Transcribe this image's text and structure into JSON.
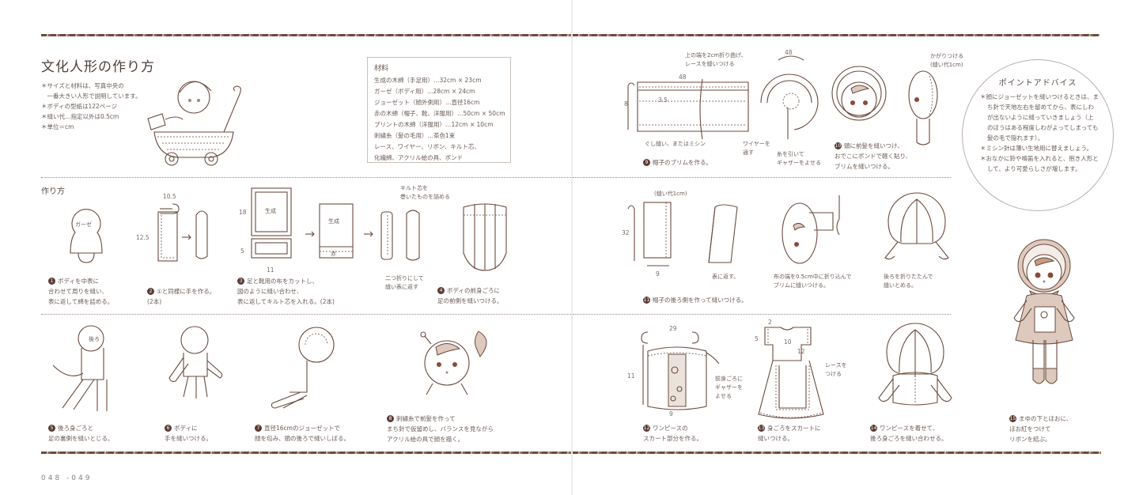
{
  "spread": {
    "page_numbers": "048 -049"
  },
  "left_page": {
    "title": "文化人形の作り方",
    "notes": [
      "＊サイズと材料は、写真中央の\n　一番大きい人形で説明しています。",
      "＊ボディの型紙は122ページ",
      "＊縫い代…指定以外は0.5cm",
      "＊単位＝cm"
    ],
    "materials": {
      "title": "材料",
      "items": [
        "生成の木綿（手足用）…32cm × 23cm",
        "ガーゼ（ボディ用）…28cm × 24cm",
        "ジョーゼット（顔外側用）…直径16cm",
        "赤の木綿（帽子、靴、洋服用）…50cm × 50cm",
        "プリントの木綿（洋服用）…12cm × 10cm",
        "刺繍糸（髪の毛用）…茶色1束",
        "レース、ワイヤー、リボン、キルト芯、",
        "化繊綿、アクリル絵の具、ボンド"
      ]
    },
    "section_title": "作り方",
    "steps": [
      {
        "num": "1",
        "caption": "ボディを中表に\n合わせて周りを縫い、\n表に返して綿を詰める。",
        "labels": {
          "fabric": "ガーゼ"
        }
      },
      {
        "num": "2",
        "caption": "①と同様に手を作る。\n(2本)",
        "labels": {
          "width": "10.5",
          "height": "12.5"
        }
      },
      {
        "num": "3",
        "caption": "足と靴用の布をカットし、\n図のように縫い合わせ、\n表に返してキルト芯を入れる。(2本)",
        "labels": {
          "h1": "18",
          "h2": "5",
          "w": "11",
          "cream": "生成",
          "cream2": "生成",
          "red": "赤",
          "fold": "二つ折りにして\n縫い表に返す",
          "quilt": "キルト芯を\n巻いたものを詰める"
        }
      },
      {
        "num": "4",
        "caption": "ボディの前身ごろに\n足の前側を縫いつける。"
      },
      {
        "num": "5",
        "caption": "後ろ身ごろと\n足の裏側を縫いとじる。",
        "labels": {
          "back": "後ろ"
        }
      },
      {
        "num": "6",
        "caption": "ボディに\n手を縫いつける。"
      },
      {
        "num": "7",
        "caption": "直径16cmのジョーゼットで\n顔を包み、頭の後ろで縫いしぼる。"
      },
      {
        "num": "8",
        "caption": "刺繍糸で前髪を作って\nまち針で仮留めし、バランスを見ながら\nアクリル絵の具で顔を描く。"
      }
    ]
  },
  "right_page": {
    "steps": [
      {
        "num": "9",
        "caption": "帽子のブリムを作る。",
        "labels": {
          "fold_top": "上の端を2cm折り曲げ、\nレースを縫いつける",
          "w": "48",
          "h": "8",
          "inner": "3.5",
          "stitch": "ぐし縫い、またはミシン",
          "circ": "48",
          "wire": "ワイヤーを\n通す",
          "pull": "糸を引いて\nギャザーをよせる"
        }
      },
      {
        "num": "10",
        "caption": "頭に前髪を縫いつけ、\nおでこにボンドで軽く貼り、\nブリムを縫いつける。",
        "labels": {
          "whip": "かがりつける\n(縫い代1cm)"
        }
      },
      {
        "num": "11",
        "caption": "帽子の後ろ側を作って縫いつける。",
        "labels": {
          "seam": "(縫い代1cm)",
          "h": "32",
          "w": "9",
          "turn": "表に返す。",
          "fold_in": "布の端を0.5cm中に折り込んで\nブリムに縫いつける。",
          "fold_back": "後ろを折りたたんで\n縫いとめる。"
        }
      },
      {
        "num": "12",
        "caption": "ワンピースの\nスカート部分を作る。",
        "labels": {
          "circ": "29",
          "h": "11",
          "w": "9",
          "gather": "前身ごろに\nギャザーを\nよせる"
        }
      },
      {
        "num": "13",
        "caption": "身ごろをスカートに\n縫いつける。",
        "labels": {
          "a": "2",
          "b": "5",
          "c": "10",
          "d": "12",
          "lace": "レースを\nつける"
        }
      },
      {
        "num": "14",
        "caption": "ワンピースを着せて、\n後ろ身ごろを縫い合わせる。"
      },
      {
        "num": "15",
        "caption": "まゆの下とほおに、\nほお紅をつけて\nリボンを結ぶ。"
      }
    ],
    "advice": {
      "title": "ポイントアドバイス",
      "items": [
        "＊顔にジョーゼットを縫いつけるときは、まち針で天地左右を留めてから、表にしわが出ないように縫っていきましょう（上のほうはある程度しわがよってしまっても髪の毛で隠れます）。",
        "＊ミシン針は薄い生地用に替えましょう。",
        "＊おなかに鈴や鳴笛を入れると、抱き人形として、より可愛らしさが増します。"
      ]
    }
  },
  "colors": {
    "line": "#6b4a3e",
    "text": "#6a5a55",
    "fill": "#ddc9bd",
    "badge": "#5a3b33"
  }
}
